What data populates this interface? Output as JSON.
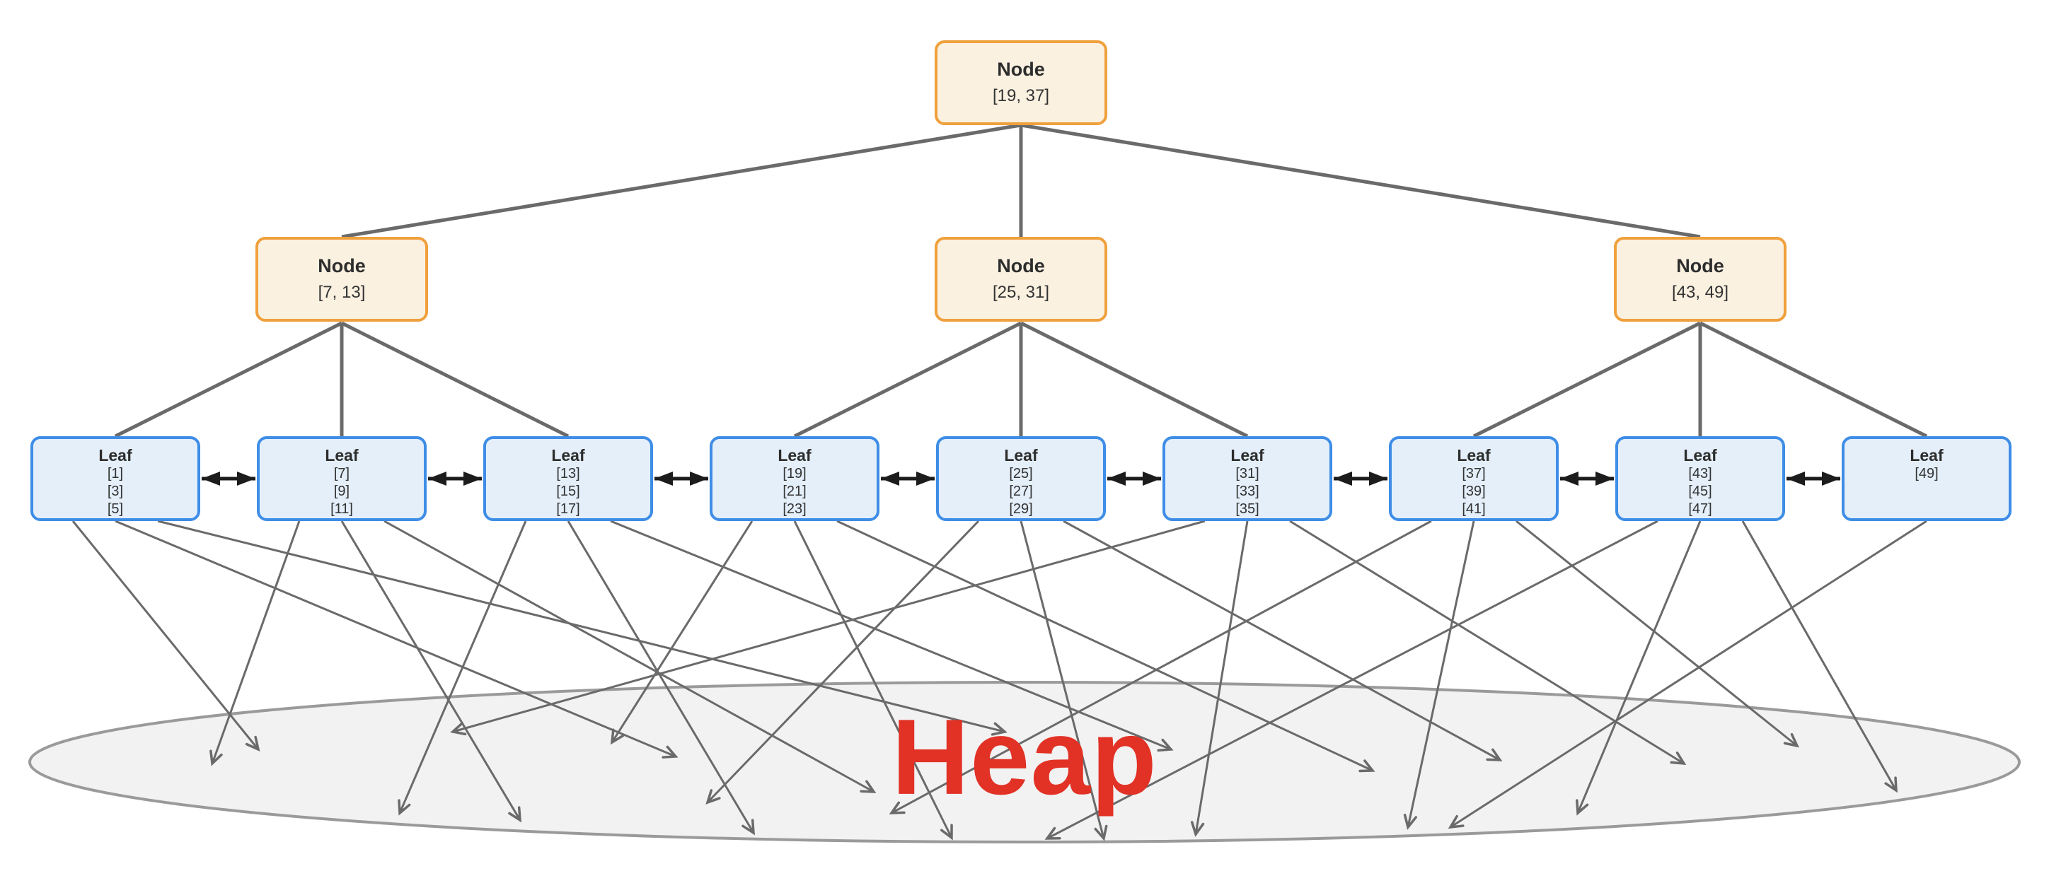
{
  "diagram": {
    "type": "b-plus-tree-with-heap",
    "root": {
      "title": "Node",
      "value": "[19, 37]"
    },
    "internal_nodes": [
      {
        "title": "Node",
        "value": "[7, 13]"
      },
      {
        "title": "Node",
        "value": "[25, 31]"
      },
      {
        "title": "Node",
        "value": "[43, 49]"
      }
    ],
    "leaves": [
      {
        "title": "Leaf",
        "keys": [
          "[1]",
          "[3]",
          "[5]"
        ]
      },
      {
        "title": "Leaf",
        "keys": [
          "[7]",
          "[9]",
          "[11]"
        ]
      },
      {
        "title": "Leaf",
        "keys": [
          "[13]",
          "[15]",
          "[17]"
        ]
      },
      {
        "title": "Leaf",
        "keys": [
          "[19]",
          "[21]",
          "[23]"
        ]
      },
      {
        "title": "Leaf",
        "keys": [
          "[25]",
          "[27]",
          "[29]"
        ]
      },
      {
        "title": "Leaf",
        "keys": [
          "[31]",
          "[33]",
          "[35]"
        ]
      },
      {
        "title": "Leaf",
        "keys": [
          "[37]",
          "[39]",
          "[41]"
        ]
      },
      {
        "title": "Leaf",
        "keys": [
          "[43]",
          "[45]",
          "[47]"
        ]
      },
      {
        "title": "Leaf",
        "keys": [
          "[49]"
        ]
      }
    ],
    "heap_label": "Heap",
    "colors": {
      "node_fill": "#FAF1E1",
      "node_border": "#F0A03C",
      "leaf_fill": "#E4EFFA",
      "leaf_border": "#3E8DE6",
      "tree_edge": "#6A6A6A",
      "leaf_link_arrow": "#1C1C1C",
      "heap_fill": "#F2F2F2",
      "heap_border": "#9A9A9A",
      "heap_text": "#E23125"
    }
  }
}
